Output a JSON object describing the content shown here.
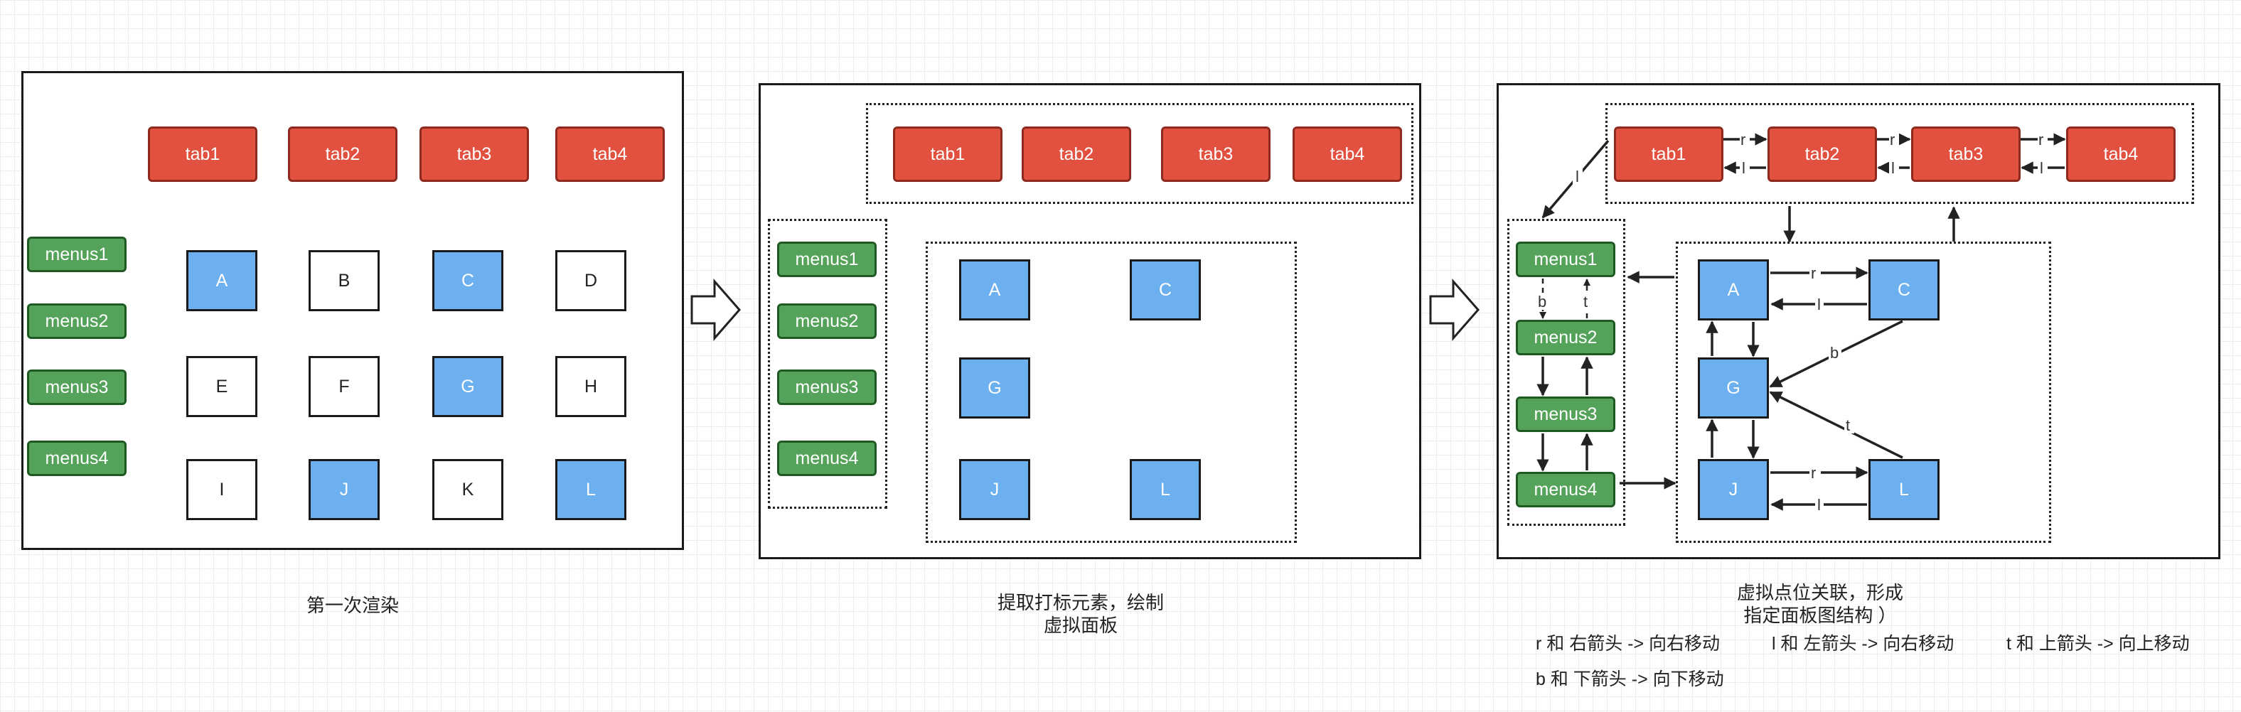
{
  "panel1": {
    "tabs": [
      "tab1",
      "tab2",
      "tab3",
      "tab4"
    ],
    "menus": [
      "menus1",
      "menus2",
      "menus3",
      "menus4"
    ],
    "cells": [
      {
        "label": "A",
        "fill": "blue"
      },
      {
        "label": "B",
        "fill": "white"
      },
      {
        "label": "C",
        "fill": "blue"
      },
      {
        "label": "D",
        "fill": "white"
      },
      {
        "label": "E",
        "fill": "white"
      },
      {
        "label": "F",
        "fill": "white"
      },
      {
        "label": "G",
        "fill": "blue"
      },
      {
        "label": "H",
        "fill": "white"
      },
      {
        "label": "I",
        "fill": "white"
      },
      {
        "label": "J",
        "fill": "blue"
      },
      {
        "label": "K",
        "fill": "white"
      },
      {
        "label": "L",
        "fill": "blue"
      }
    ],
    "caption": "第一次渲染"
  },
  "panel2": {
    "tabs": [
      "tab1",
      "tab2",
      "tab3",
      "tab4"
    ],
    "menus": [
      "menus1",
      "menus2",
      "menus3",
      "menus4"
    ],
    "cells": [
      "A",
      "C",
      "G",
      "J",
      "L"
    ],
    "caption_line1": "提取打标元素，绘制",
    "caption_line2": "虚拟面板"
  },
  "panel3": {
    "tabs": [
      "tab1",
      "tab2",
      "tab3",
      "tab4"
    ],
    "menus": [
      "menus1",
      "menus2",
      "menus3",
      "menus4"
    ],
    "cells": [
      "A",
      "C",
      "G",
      "J",
      "L"
    ],
    "edge_labels": {
      "r": "r",
      "l": "l",
      "b": "b",
      "t": "t"
    },
    "caption_line1": "虚拟点位关联，形成",
    "caption_line2": "指定面板图结构 ）",
    "legend": [
      "r 和 右箭头 -> 向右移动",
      "l 和 左箭头 -> 向右移动",
      "t 和 上箭头 -> 向上移动",
      "b 和 下箭头 -> 向下移动"
    ]
  },
  "colors": {
    "tab_fill": "#e2513f",
    "menu_fill": "#55a35b",
    "cell_blue": "#6cb0ef",
    "border": "#1a1a1a"
  }
}
